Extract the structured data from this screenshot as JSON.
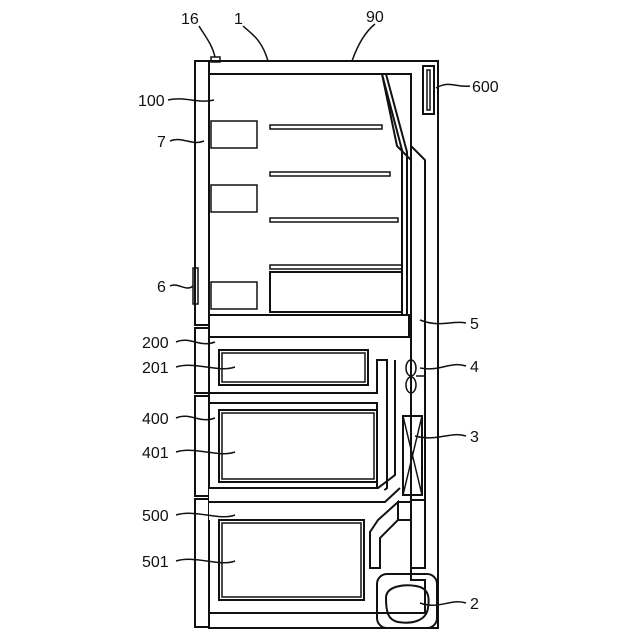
{
  "figure": {
    "labels": {
      "l16": "16",
      "l1": "1",
      "l90": "90",
      "l600": "600",
      "l100": "100",
      "l7": "7",
      "l6": "6",
      "l5": "5",
      "l200": "200",
      "l201": "201",
      "l4": "4",
      "l400": "400",
      "l3": "3",
      "l401": "401",
      "l500": "500",
      "l501": "501",
      "l2": "2"
    }
  }
}
